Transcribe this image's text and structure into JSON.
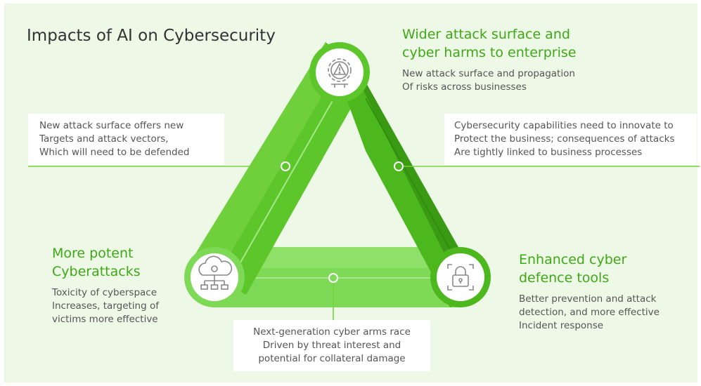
{
  "title": "Impacts of AI on Cybersecurity",
  "colors": {
    "background": "#edf8e7",
    "accent_text": "#3fa816",
    "triangle_light": "#7ed957",
    "triangle_mid": "#5cc62b",
    "triangle_dark": "#3a9a14",
    "leader_line": "#76d340"
  },
  "top_node": {
    "icon": "gear-warning-icon",
    "heading": [
      "Wider attack surface and",
      "cyber harms to enterprise"
    ],
    "body": [
      "New attack surface and propagation",
      "Of risks across businesses"
    ]
  },
  "left_node": {
    "icon": "cloud-malware-network-icon",
    "heading": [
      "More potent",
      "Cyberattacks"
    ],
    "body": [
      "Toxicity of cyberspace",
      "Increases, targeting of",
      "victims more effective"
    ]
  },
  "right_node": {
    "icon": "padlock-target-icon",
    "heading": [
      "Enhanced cyber",
      "defence tools"
    ],
    "body": [
      "Better prevention and attack",
      "detection, and more effective",
      "Incident response"
    ]
  },
  "left_edge_note": [
    "New attack surface offers new",
    "Targets and attack vectors,",
    "Which will need to be defended"
  ],
  "right_edge_note": [
    "Cybersecurity capabilities need to innovate to",
    "Protect the business; consequences of attacks",
    "Are tightly linked to business processes"
  ],
  "bottom_edge_note": [
    "Next-generation cyber arms race",
    "Driven by threat interest and",
    "potential for collateral damage"
  ]
}
